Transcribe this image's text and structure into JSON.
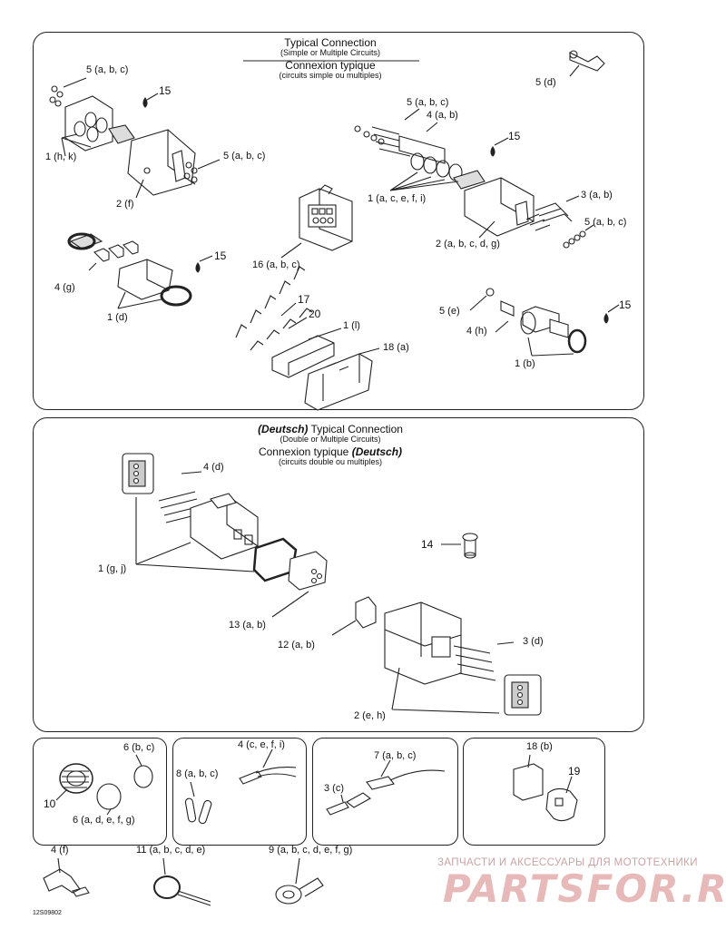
{
  "panels": {
    "top": {
      "title_en": "Typical Connection",
      "sub_en": "(Simple or Multiple Circuits)",
      "title_fr": "Connexion typique",
      "sub_fr": "(circuits simple ou multiples)"
    },
    "middle": {
      "title_en_prefix": "(Deutsch)",
      "title_en": " Typical Connection",
      "sub_en": "(Double or Multiple Circuits)",
      "title_fr": "Connexion typique ",
      "title_fr_suffix": "(Deutsch)",
      "sub_fr": "(circuits double ou multiples)"
    }
  },
  "callouts": {
    "t_5abc_a": "5 (a, b, c)",
    "t_15_a": "15",
    "t_1hk": "1 (h, k)",
    "t_5abc_b": "5 (a, b, c)",
    "t_2f": "2 (f)",
    "t_5d": "5 (d)",
    "t_5abc_c": "5 (a, b, c)",
    "t_4ab": "4 (a, b)",
    "t_15_b": "15",
    "t_1acefi": "1 (a, c, e, f, i)",
    "t_3ab": "3 (a, b)",
    "t_5abc_d": "5 (a, b, c)",
    "t_2abcdg": "2 (a, b, c, d, g)",
    "t_16abc": "16 (a, b, c)",
    "t_4g": "4 (g)",
    "t_15_c": "15",
    "t_1d": "1 (d)",
    "t_17": "17",
    "t_20": "20",
    "t_1l": "1 (l)",
    "t_18a": "18 (a)",
    "t_5e": "5 (e)",
    "t_15_d": "15",
    "t_4h": "4 (h)",
    "t_1b": "1 (b)",
    "m_4d": "4 (d)",
    "m_1gj": "1 (g, j)",
    "m_14": "14",
    "m_13ab": "13 (a, b)",
    "m_12ab": "12 (a, b)",
    "m_3d": "3 (d)",
    "m_2eh": "2 (e, h)",
    "b_6bc": "6 (b, c)",
    "b_10": "10",
    "b_6adefg": "6 (a, d, e, f, g)",
    "b_4cefi": "4 (c, e, f, i)",
    "b_8abc": "8 (a, b, c)",
    "b_7abc": "7 (a, b, c)",
    "b_3c": "3 (c)",
    "b_18b": "18 (b)",
    "b_19": "19",
    "f_4f": "4 (f)",
    "f_11": "11 (a, b, c, d, e)",
    "f_9": "9 (a, b, c, d, e, f, g)"
  },
  "watermark": {
    "line1": "ЗАПЧАСТИ И АКСЕССУАРЫ ДЛЯ МОТОТЕХНИКИ",
    "line2": "PARTSFOR.RU"
  },
  "drawing_code": "12S09802"
}
